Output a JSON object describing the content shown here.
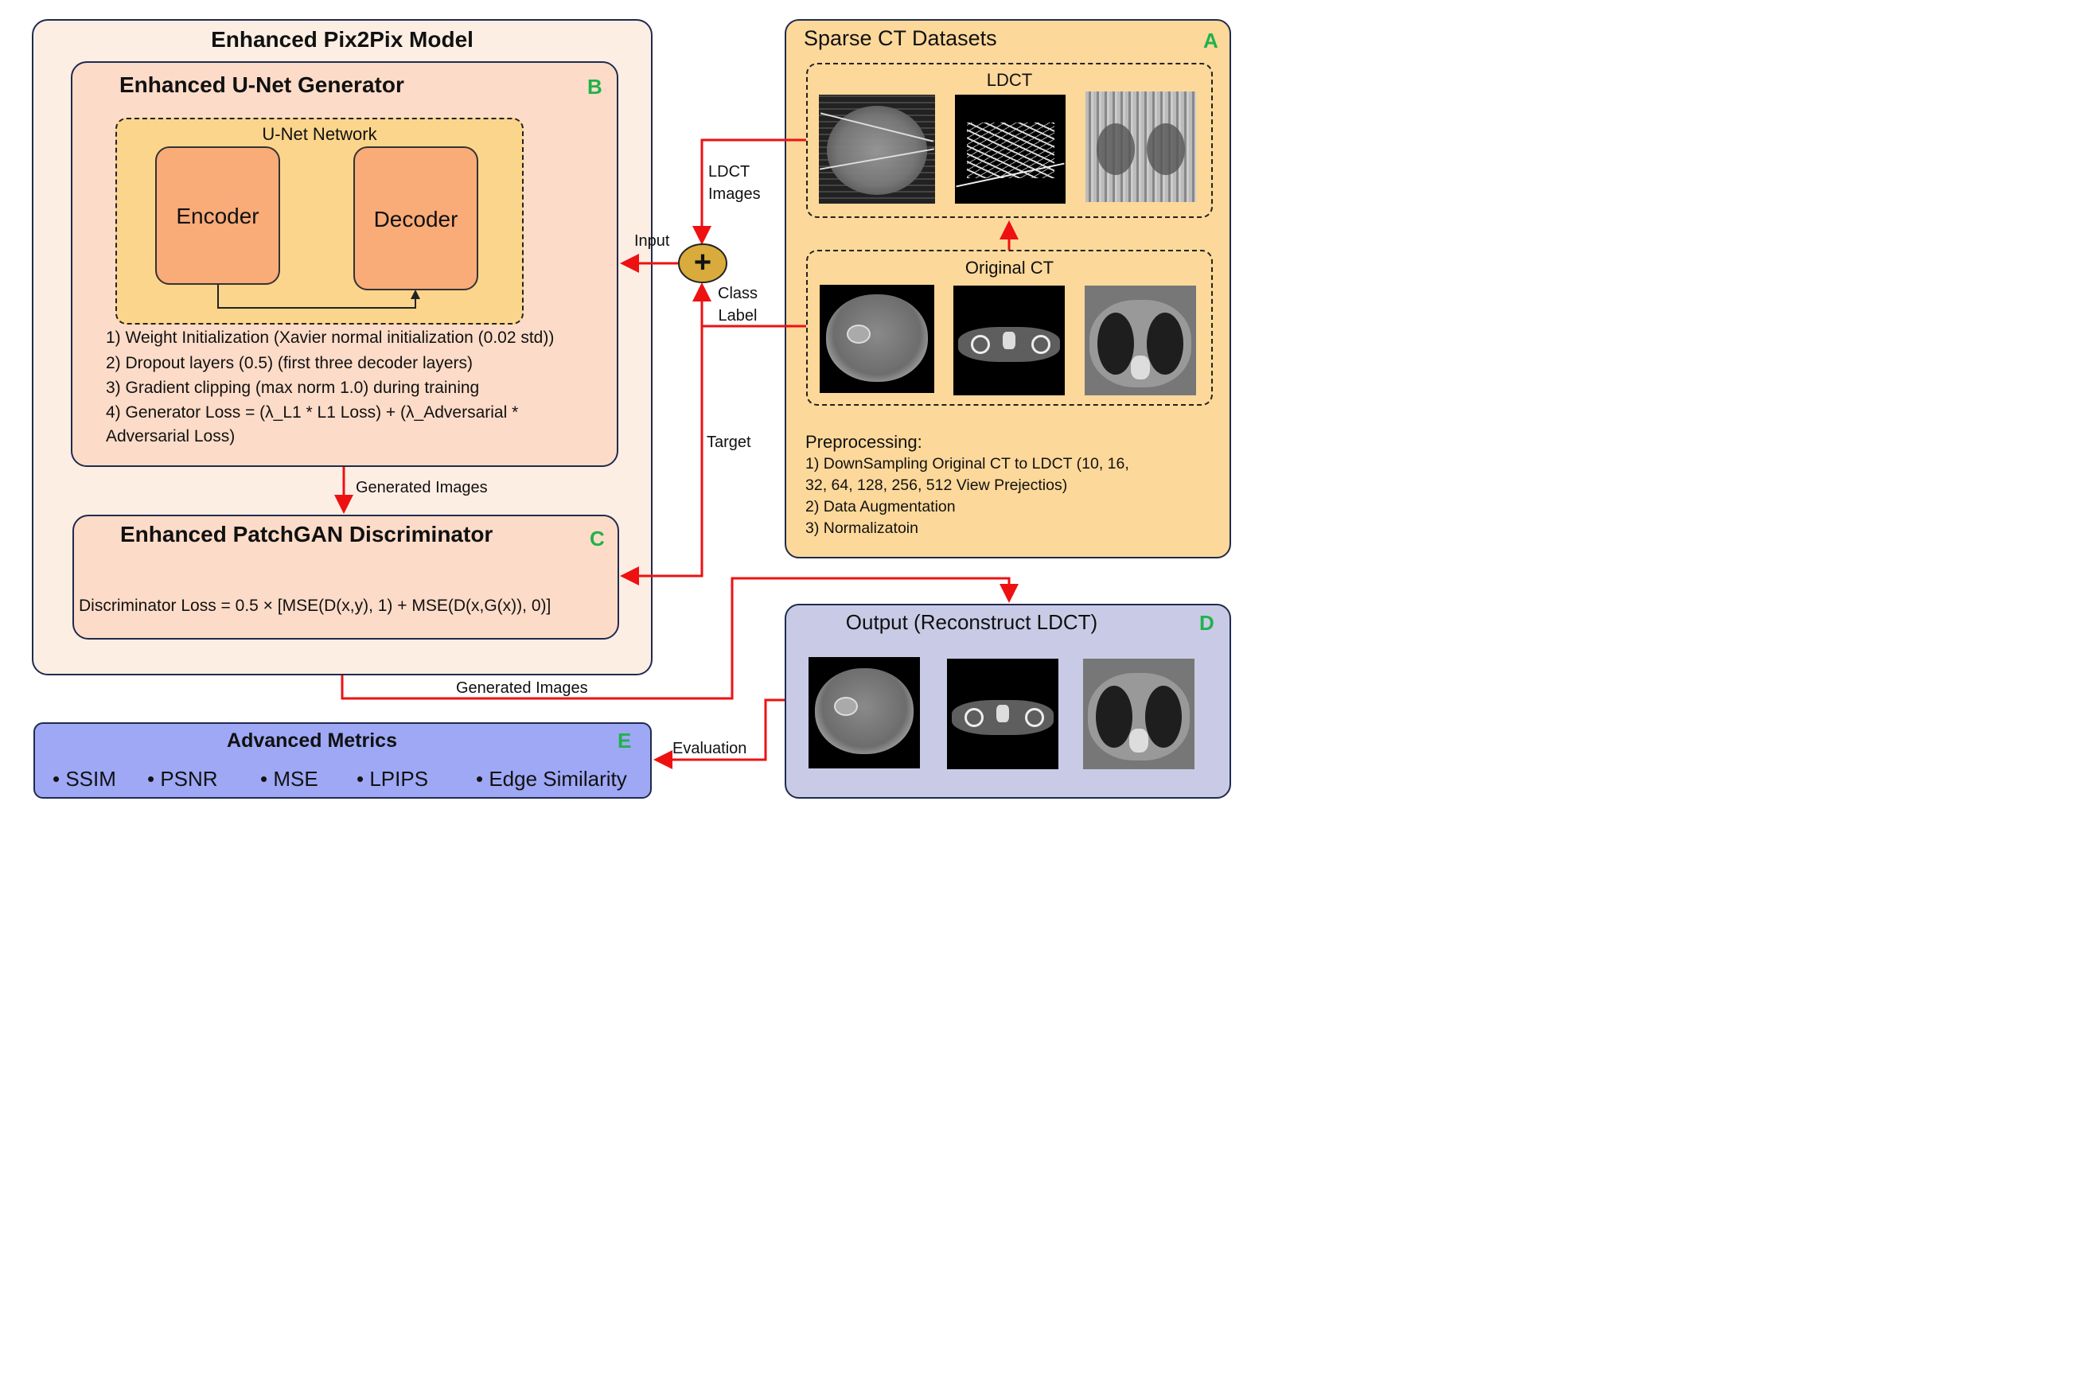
{
  "pix2pix": {
    "title": "Enhanced Pix2Pix Model"
  },
  "generator": {
    "title": "Enhanced U-Net Generator",
    "letter": "B",
    "unet_label": "U-Net Network",
    "encoder": "Encoder",
    "decoder": "Decoder",
    "notes": [
      "1) Weight Initialization (Xavier normal initialization (0.02 std))",
      "2) Dropout layers (0.5) (first three decoder layers)",
      "3) Gradient clipping (max norm 1.0) during training",
      "4) Generator Loss = (λ_L1  * L1 Loss) + (λ_Adversarial *",
      "Adversarial Loss)"
    ]
  },
  "discriminator": {
    "title": "Enhanced PatchGAN Discriminator",
    "letter": "C",
    "loss": "Discriminator Loss = 0.5 × [MSE(D(x,y), 1) + MSE(D(x,G(x)), 0)]"
  },
  "datasets": {
    "title": "Sparse CT Datasets",
    "letter": "A",
    "ldct_label": "LDCT",
    "original_label": "Original CT",
    "preprocessing": {
      "heading": "Preprocessing:",
      "lines": [
        "1) DownSampling Original CT to LDCT  (10, 16,",
        "32, 64, 128,  256, 512 View Prejectios)",
        "2) Data Augmentation",
        "3) Normalizatoin"
      ]
    }
  },
  "output": {
    "title": "Output (Reconstruct LDCT)",
    "letter": "D"
  },
  "metrics": {
    "title": "Advanced Metrics",
    "letter": "E",
    "items": [
      "SSIM",
      "PSNR",
      "MSE",
      "LPIPS",
      "Edge Similarity"
    ]
  },
  "flow": {
    "ldct_images": [
      "LDCT",
      "Images"
    ],
    "input": "Input",
    "class_label": [
      "Class",
      "Label"
    ],
    "target": "Target",
    "generated_images_1": "Generated Images",
    "generated_images_2": "Generated  Images",
    "evaluation": "Evaluation",
    "combine_symbol": "+"
  },
  "colors": {
    "arrow": "#ee1111",
    "outer_fill": "#fdeee4",
    "generator_fill": "#fcdcc8",
    "unet_fill": "#fcd58c",
    "block_fill": "#f9ab78",
    "datasets_fill": "#fcd89a",
    "output_fill": "#c9cbe6",
    "metrics_fill": "#9ea8f5",
    "letter": "#22b14c",
    "combine_fill": "#d9ab3c"
  }
}
